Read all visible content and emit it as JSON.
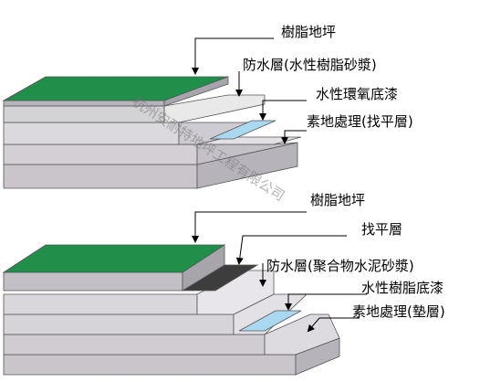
{
  "diagram_top": {
    "labels": [
      "樹脂地坪",
      "防水層(水性樹脂砂漿)",
      "水性環氧底漆",
      "素地處理(找平層)"
    ]
  },
  "diagram_bottom": {
    "labels": [
      "樹脂地坪",
      "找平層",
      "防水層(聚合物水泥砂漿)",
      "水性樹脂底漆",
      "素地處理(墊層)"
    ]
  },
  "watermark": "杭州安耐特地坪工程有限公司",
  "colors": {
    "resin_green": "#1f8f4a",
    "primer_blue": "#a9d8f0",
    "leveling_dark": "#3d3d3d",
    "waterproof_light": "#dedede",
    "substrate_front": "#cac6cc",
    "substrate_top": "#e2e0e4"
  }
}
